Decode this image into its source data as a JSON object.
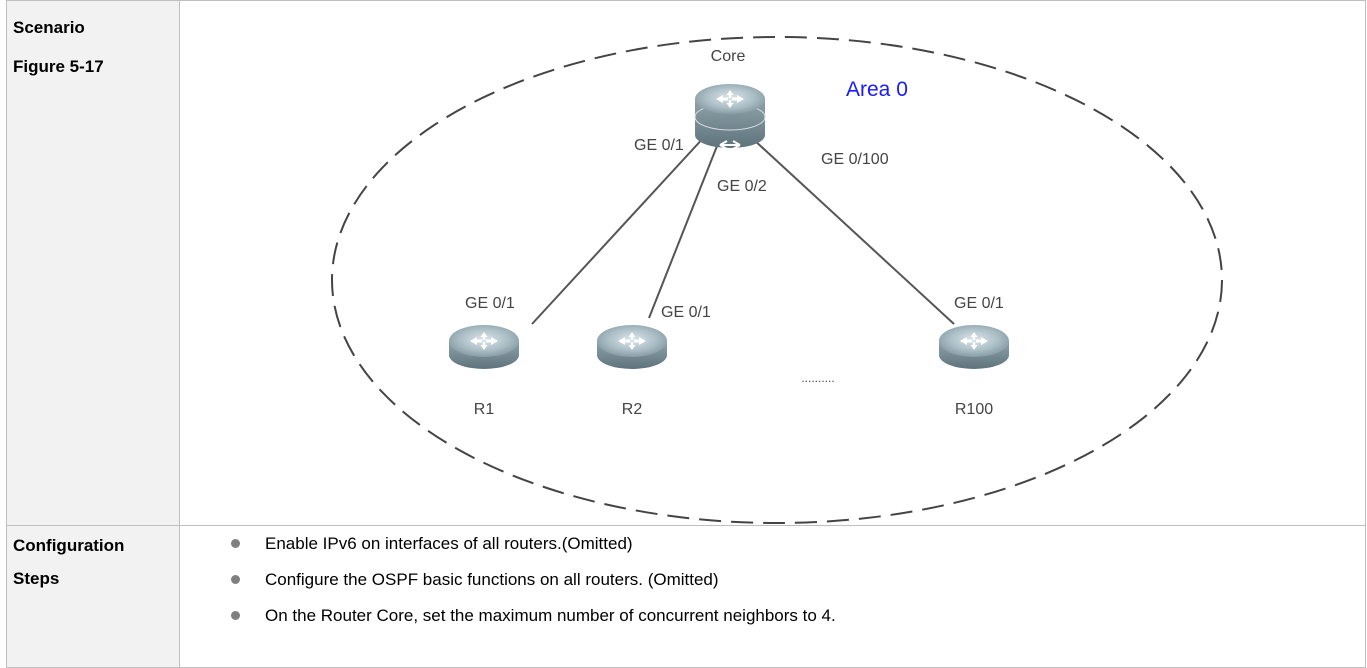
{
  "labels": {
    "scenario": "Scenario",
    "figure": "Figure 5-17",
    "configuration": "Configuration",
    "steps": "Steps"
  },
  "diagram": {
    "area_label": "Area 0",
    "area_color": "#1a1aff",
    "core": {
      "name": "Core",
      "ports": {
        "to_r1": "GE 0/1",
        "to_r2": "GE 0/2",
        "to_r100": "GE 0/100"
      }
    },
    "routers": [
      {
        "name": "R1",
        "port": "GE 0/1"
      },
      {
        "name": "R2",
        "port": "GE 0/1"
      },
      {
        "name": "R100",
        "port": "GE 0/1"
      }
    ],
    "ellipsis": "..........",
    "icons": [
      "router-icon",
      "core-switch-icon"
    ]
  },
  "steps": [
    "Enable IPv6 on interfaces of all routers.(Omitted)",
    "Configure the OSPF basic functions on all routers. (Omitted)",
    "On the Router Core, set the maximum number of concurrent neighbors to 4."
  ]
}
